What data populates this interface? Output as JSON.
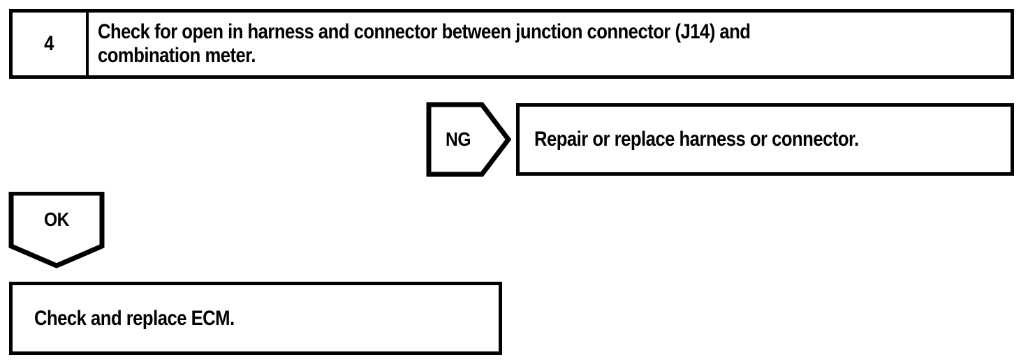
{
  "diagram": {
    "type": "troubleshooting-flowchart",
    "colors": {
      "line": "#000000",
      "fill": "#ffffff",
      "text": "#000000"
    },
    "step": {
      "number": "4",
      "instruction_line1": "Check for open in harness and connector between junction connector (J14) and",
      "instruction_line2": "combination meter."
    },
    "branches": {
      "ng": {
        "label": "NG",
        "marker_icon": "pentagon-right-arrow-icon",
        "result": "Repair or replace harness or connector."
      },
      "ok": {
        "label": "OK",
        "marker_icon": "pentagon-down-arrow-icon",
        "result": "Check and replace ECM."
      }
    }
  }
}
